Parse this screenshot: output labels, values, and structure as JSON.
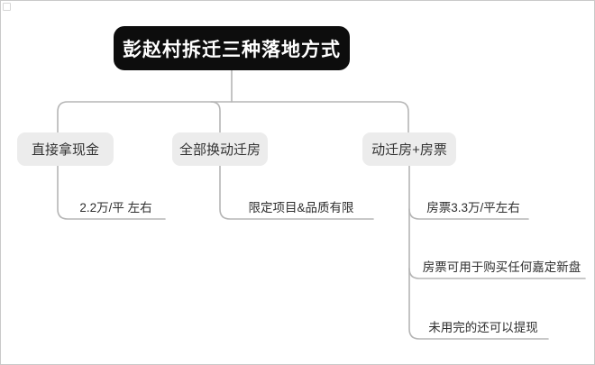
{
  "mindmap": {
    "root": "彭赵村拆迁三种落地方式",
    "branches": [
      {
        "label": "直接拿现金",
        "children": [
          "2.2万/平 左右"
        ]
      },
      {
        "label": "全部换动迁房",
        "children": [
          "限定项目&品质有限"
        ]
      },
      {
        "label": "动迁房+房票",
        "children": [
          "房票3.3万/平左右",
          "房票可用于购买任何嘉定新盘",
          "未用完的还可以提现"
        ]
      }
    ]
  },
  "colors": {
    "root_bg": "#0d0d0d",
    "root_text": "#ffffff",
    "branch_bg": "#ececec",
    "branch_text": "#333333",
    "line": "#b5b5b5",
    "leaf_text": "#2e2e2e",
    "canvas_border": "#c9c9c9",
    "background": "#ffffff"
  }
}
